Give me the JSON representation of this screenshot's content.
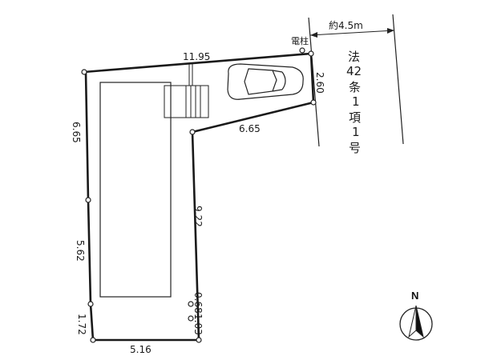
{
  "lot_dimensions": {
    "top": "11.95",
    "right_short": "2.60",
    "notch": "6.65",
    "left_upper": "6.65",
    "left_lower": "5.62",
    "left_bottom": "1.72",
    "bottom": "5.16",
    "right_long": "9.22",
    "right_small_a": "0.68",
    "right_small_b": "1.03"
  },
  "road": {
    "width_label": "約4.5m",
    "pole_label": "電柱",
    "type_chars": [
      "法",
      "42",
      "条",
      "1",
      "項",
      "1",
      "号"
    ]
  },
  "compass": {
    "label": "N"
  },
  "icons": [
    "north-arrow-icon",
    "car-icon",
    "utility-pole-icon"
  ]
}
